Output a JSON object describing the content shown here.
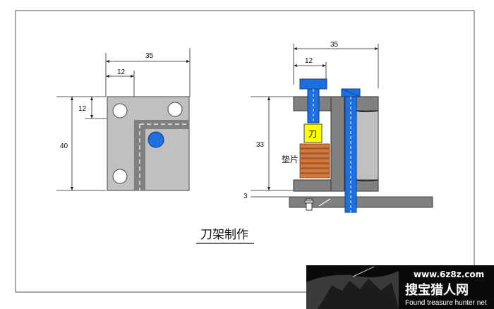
{
  "left_view": {
    "dim_width": "35",
    "dim_hole_offset_x": "12",
    "dim_hole_offset_y": "12",
    "dim_height": "40"
  },
  "right_view": {
    "dim_width": "35",
    "dim_bolt_offset": "12",
    "dim_height": "33",
    "dim_gap": "3",
    "blade_label": "刀",
    "shim_label": "垫片"
  },
  "caption": "刀架制作",
  "watermark": {
    "url": "www.6z8z.com",
    "site_name": "搜宝猎人网",
    "site_name_en": "Found treasure hunter net"
  },
  "colors": {
    "plate_gray": "#c0c0c0",
    "dark_gray": "#808080",
    "bolt_blue": "#1e6fe0",
    "blade_yellow": "#ffff00",
    "shim_orange": "#d4783c",
    "frame_border": "#555555"
  }
}
